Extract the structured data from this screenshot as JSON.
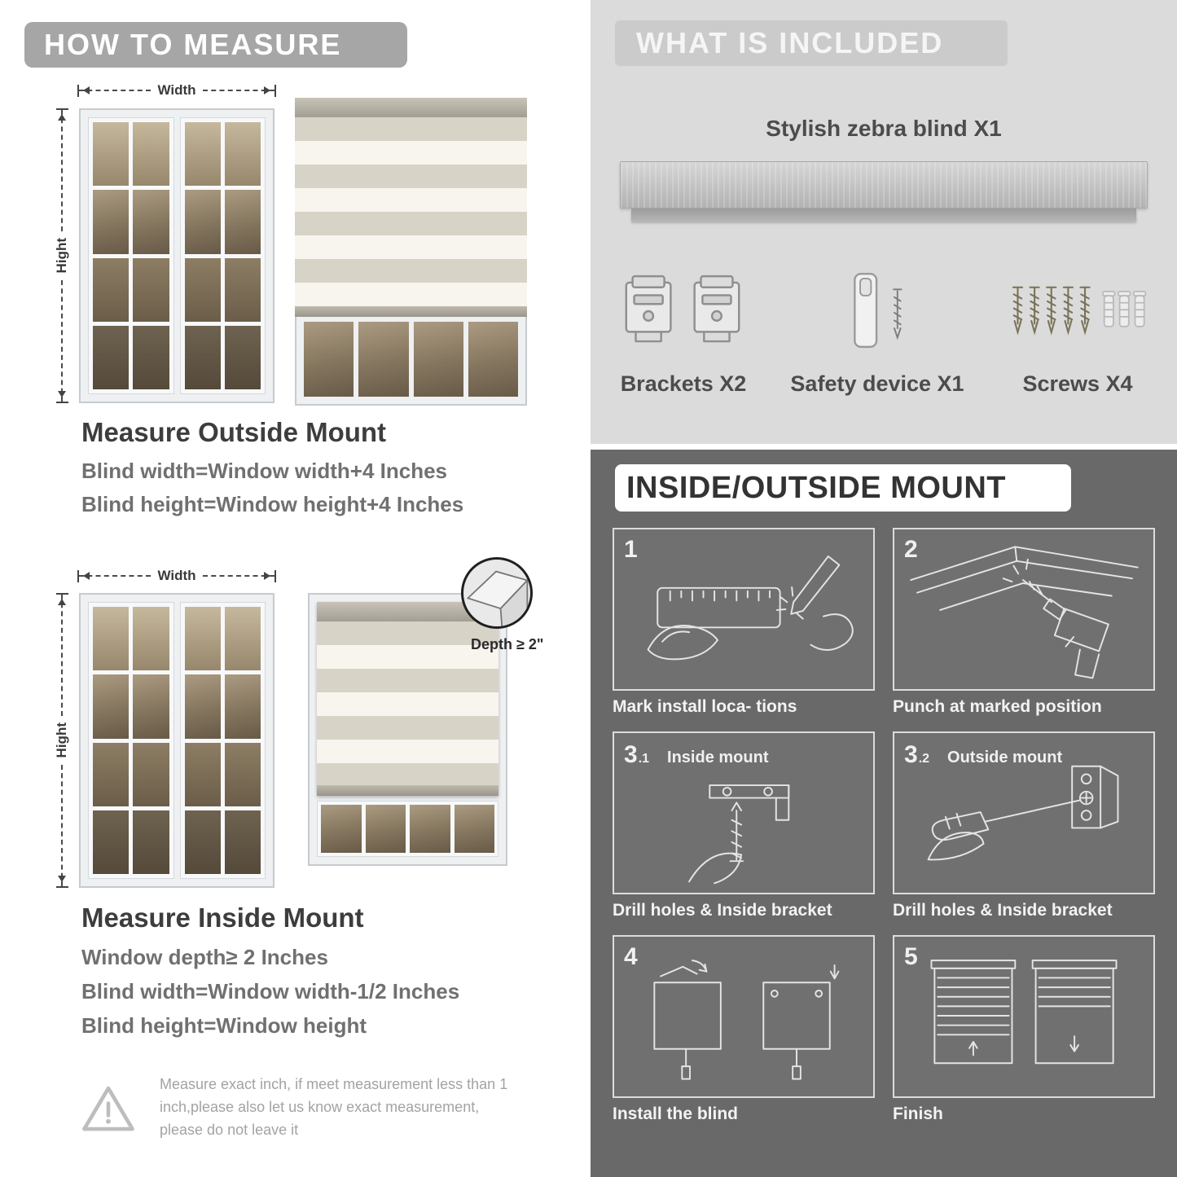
{
  "left": {
    "banner": "HOW TO MEASURE",
    "outside": {
      "width_label": "Width",
      "height_label": "Hight",
      "heading": "Measure Outside Mount",
      "formula1": "Blind width=Window width+4 Inches",
      "formula2": "Blind height=Window height+4 Inches"
    },
    "inside": {
      "width_label": "Width",
      "height_label": "Hight",
      "depth_label": "Depth ≥ 2\"",
      "heading": "Measure Inside Mount",
      "formula1": "Window depth≥ 2 Inches",
      "formula2": "Blind width=Window width-1/2 Inches",
      "formula3": "Blind height=Window height"
    },
    "warning_text": "Measure exact inch, if meet measurement less than 1 inch,please also let us know exact measurement, please do not leave it"
  },
  "included": {
    "banner": "WHAT IS INCLUDED",
    "blind_title": "Stylish zebra blind X1",
    "parts": [
      {
        "label": "Brackets X2"
      },
      {
        "label": "Safety device X1"
      },
      {
        "label": "Screws X4"
      }
    ]
  },
  "mount": {
    "banner": "INSIDE/OUTSIDE MOUNT",
    "steps": [
      {
        "num": "1",
        "caption": "Mark install loca- tions"
      },
      {
        "num": "2",
        "caption": "Punch at  marked position"
      },
      {
        "num": "3",
        "sub": ".1",
        "label": "Inside mount",
        "caption": "Drill holes &  Inside bracket"
      },
      {
        "num": "3",
        "sub": ".2",
        "label": "Outside mount",
        "caption": "Drill holes &  Inside bracket"
      },
      {
        "num": "4",
        "caption": "Install the blind"
      },
      {
        "num": "5",
        "caption": "Finish"
      }
    ]
  },
  "colors": {
    "banner_gray": "#a6a6a6",
    "included_bg": "#dbdbdb",
    "mount_bg": "#696969",
    "stripe_beige": "#d8d3c7",
    "stripe_white": "#f8f5ee"
  }
}
